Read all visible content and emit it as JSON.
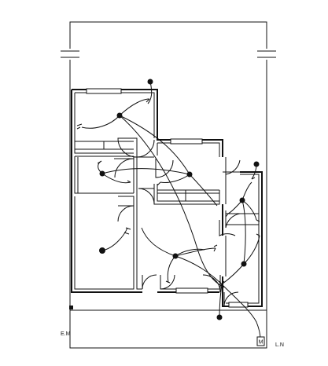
{
  "labels": {
    "earth": "E.M",
    "meter_symbol": "M",
    "line_neutral": "L.N"
  },
  "colors": {
    "line": "#111111",
    "background": "#ffffff"
  }
}
